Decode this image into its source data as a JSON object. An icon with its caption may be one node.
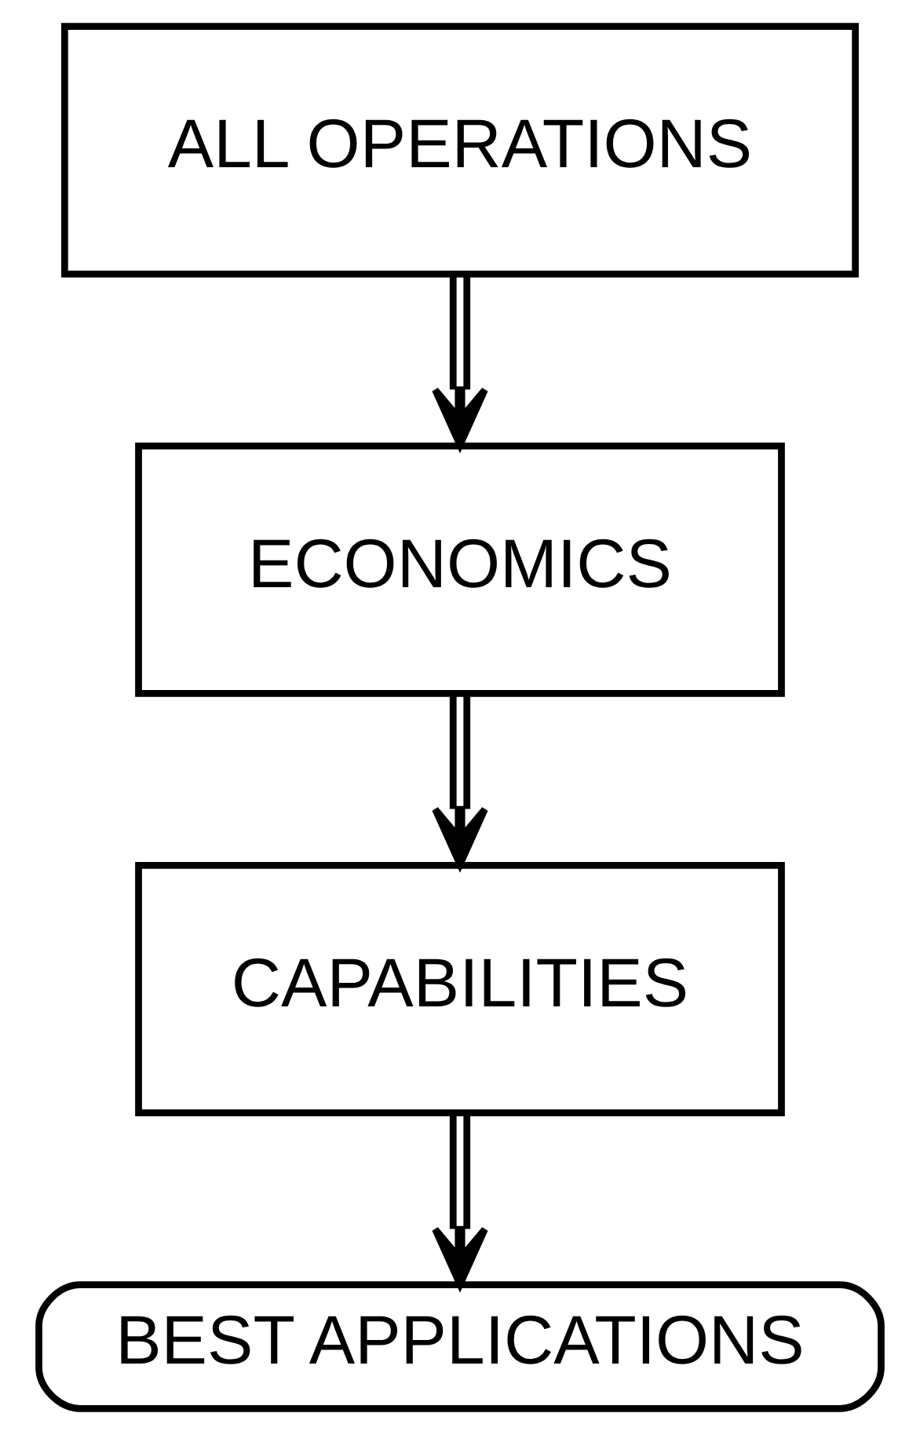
{
  "diagram": {
    "nodes": [
      {
        "text": [
          "ALL OPERATIONS"
        ]
      },
      {
        "text": [
          "ECONOMICS"
        ]
      },
      {
        "text": [
          "CAPABILITIES"
        ]
      },
      {
        "text": [
          "BEST APPLICATIONS"
        ]
      }
    ],
    "edges": [
      {
        "from": 0,
        "to": 1,
        "arrow": "to"
      },
      {
        "from": 1,
        "to": 2,
        "arrow": "to"
      },
      {
        "from": 2,
        "to": 3,
        "arrow": "to"
      }
    ]
  }
}
